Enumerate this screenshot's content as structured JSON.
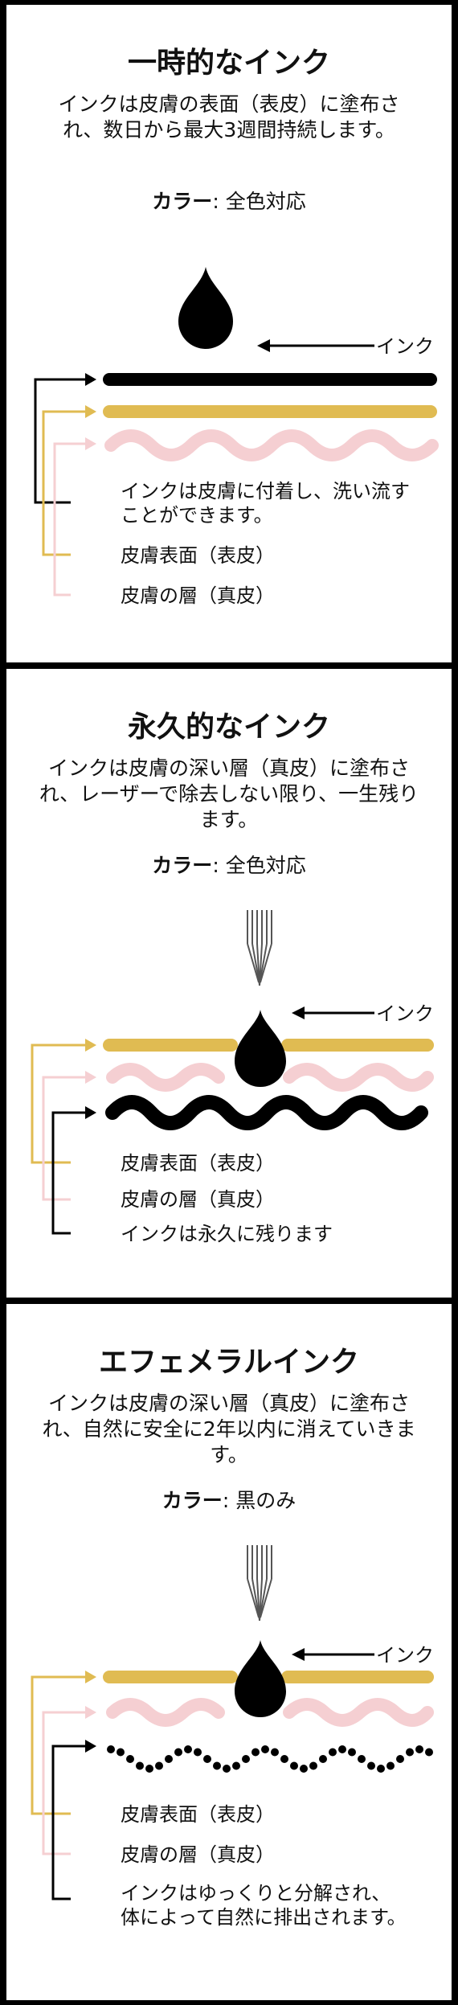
{
  "colors": {
    "background": "#ffffff",
    "frame": "#000000",
    "epidermis": "#e0bb52",
    "dermis": "#f5cfd2",
    "ink": "#000000"
  },
  "panels": [
    {
      "title": "一時的なインク",
      "description": "インクは皮膚の表面（表皮）に塗布され、数日から最大3週間持続します。",
      "color_label": "カラー",
      "color_value": "全色対応",
      "ink_label": "インク",
      "legend": [
        "インクは皮膚に付着し、洗い流すことができます。",
        "皮膚表面（表皮）",
        "皮膚の層（真皮）"
      ]
    },
    {
      "title": "永久的なインク",
      "description": "インクは皮膚の深い層（真皮）に塗布され、レーザーで除去しない限り、一生残ります。",
      "color_label": "カラー",
      "color_value": "全色対応",
      "ink_label": "インク",
      "legend": [
        "皮膚表面（表皮）",
        "皮膚の層（真皮）",
        "インクは永久に残ります"
      ]
    },
    {
      "title": "エフェメラルインク",
      "description": "インクは皮膚の深い層（真皮）に塗布され、自然に安全に2年以内に消えていきます。",
      "color_label": "カラー",
      "color_value": "黒のみ",
      "ink_label": "インク",
      "legend": [
        "皮膚表面（表皮）",
        "皮膚の層（真皮）",
        "インクはゆっくりと分解され、体によって自然に排出されます。"
      ]
    }
  ]
}
